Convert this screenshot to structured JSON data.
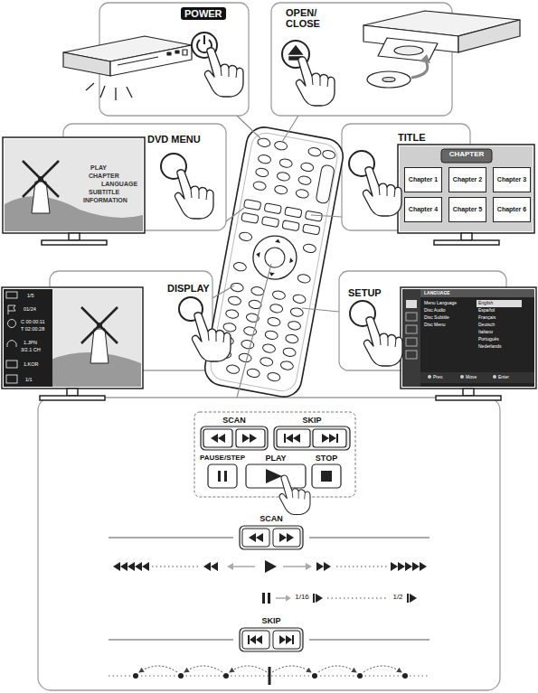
{
  "diagram": {
    "nodes": [
      {
        "text": [
          "POWER"
        ]
      },
      {
        "text": [
          "OPEN/ CLOSE"
        ]
      },
      {
        "text": [
          "DVD MENU"
        ]
      },
      {
        "text": [
          "PLAY",
          "CHAPTER",
          "LANGUAGE",
          "SUBTITLE",
          "INFORMATION"
        ]
      },
      {
        "text": [
          "TITLE"
        ]
      },
      {
        "text": [
          "CHAPTER"
        ]
      },
      {
        "text": [
          "Chapter 1"
        ],
        "in": 5
      },
      {
        "text": [
          "Chapter 2"
        ],
        "in": 5
      },
      {
        "text": [
          "Chapter 3"
        ],
        "in": 5
      },
      {
        "text": [
          "Chapter 4"
        ],
        "in": 5
      },
      {
        "text": [
          "Chapter 5"
        ],
        "in": 5
      },
      {
        "text": [
          "Chapter 6"
        ],
        "in": 5
      },
      {
        "text": [
          "DISPLAY"
        ]
      },
      {
        "text": [
          "1/5",
          "01/24",
          "C 00:00:11",
          "T 02:00:28",
          "1.JPN",
          "3/2.1 CH",
          "1.KOR",
          "1/1"
        ]
      },
      {
        "text": [
          "SETUP"
        ]
      },
      {
        "text": [
          "LANGUAGE",
          "Menu Language",
          "Disc Audio",
          "Disc Subtitle",
          "Disc Menu",
          "English",
          "Español",
          "Français",
          "Deutsch",
          "Italiano",
          "Português",
          "Nederlands",
          "Prev.",
          "Move",
          "Enter"
        ]
      }
    ],
    "labels": [
      "SCAN",
      "SKIP",
      "PAUSE/STEP",
      "PLAY",
      "STOP",
      "SCAN",
      "1/16",
      "1/2",
      "SKIP"
    ]
  }
}
